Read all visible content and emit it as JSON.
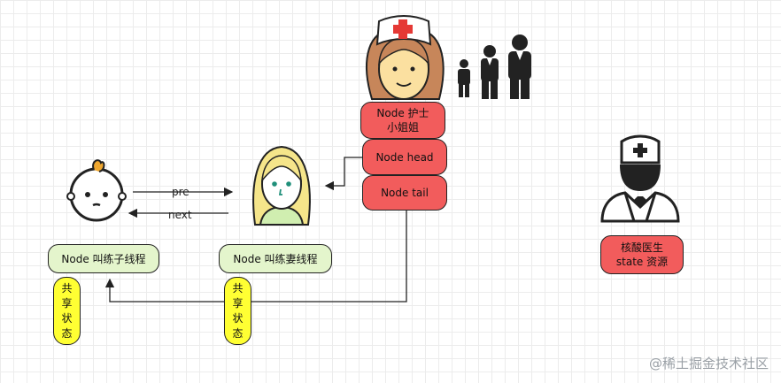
{
  "nodes": {
    "nurse_node": "Node 护士\n小姐姐",
    "head": "Node head",
    "tail": "Node tail",
    "child_thread": "Node 叫练子线程",
    "wife_thread": "Node 叫练妻线程",
    "doctor": "核酸医生\nstate 资源",
    "shared_state_1": "共\n享\n状\n态",
    "shared_state_2": "共\n享\n状\n态"
  },
  "edges": {
    "pre_label": "pre",
    "next_label": "next"
  },
  "watermark": "@稀土掘金技术社区",
  "icons": [
    "nurse-icon",
    "family-icon",
    "baby-icon",
    "woman-icon",
    "doctor-icon"
  ],
  "colors": {
    "node_red": "#f25c5c",
    "thread_green": "#e4f5cc",
    "state_yellow": "#ffff33"
  }
}
